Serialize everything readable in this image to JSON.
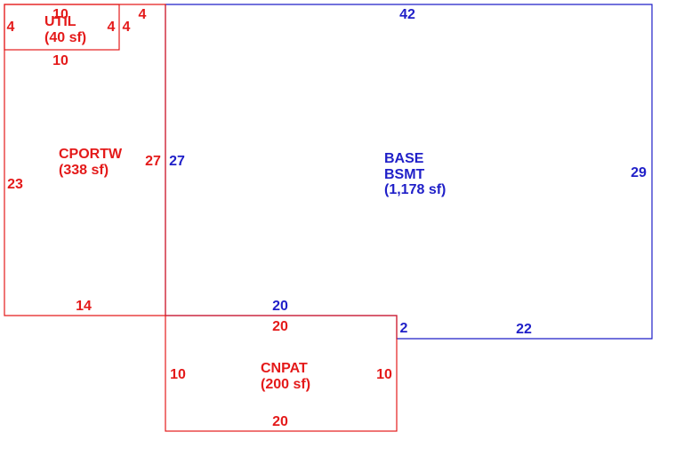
{
  "colors": {
    "red_area": "#e41a1a",
    "blue_area": "#1f1fc8",
    "background": "#ffffff"
  },
  "areas": {
    "util": {
      "name": "UTIL",
      "size": "(40 sf)",
      "dims": {
        "top": "10",
        "bottom": "10",
        "left": "4",
        "right": "4"
      }
    },
    "cportw": {
      "name": "CPORTW",
      "size": "(338 sf)",
      "dims": {
        "top": "4",
        "left": "23",
        "right": "27",
        "bottom": "14"
      }
    },
    "base": {
      "name_line1": "BASE",
      "name_line2": "BSMT",
      "size": "(1,178 sf)",
      "dims": {
        "top": "42",
        "left": "27",
        "right": "29",
        "bottom_left": "20",
        "step": "2",
        "bottom_right": "22"
      }
    },
    "cnpat": {
      "name": "CNPAT",
      "size": "(200 sf)",
      "dims": {
        "top": "20",
        "left": "10",
        "right": "10",
        "bottom": "20"
      }
    }
  }
}
